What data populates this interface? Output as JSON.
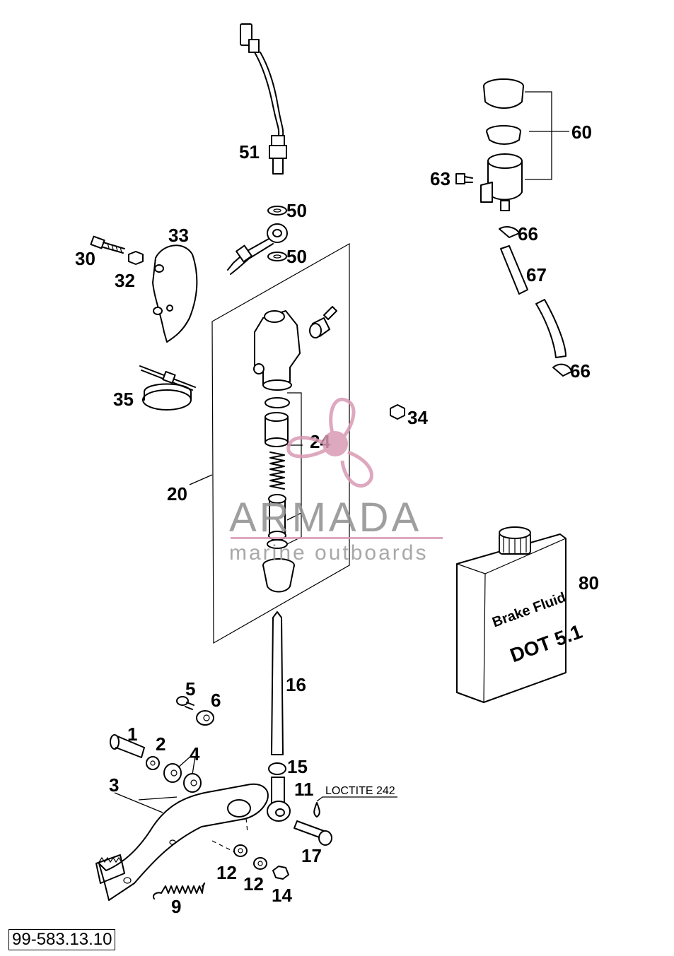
{
  "callouts": [
    "51",
    "50",
    "50",
    "30",
    "32",
    "33",
    "35",
    "20",
    "24",
    "34",
    "60",
    "63",
    "66",
    "67",
    "66",
    "80",
    "16",
    "5",
    "6",
    "1",
    "2",
    "4",
    "3",
    "15",
    "11",
    "17",
    "12",
    "12",
    "14",
    "9"
  ],
  "loctite_note": "LOCTITE 242",
  "brake_fluid": {
    "line1": "Brake Fluid",
    "line2": "DOT 5.1"
  },
  "watermark": {
    "brand": "ARMADA",
    "tagline": "marine outboards",
    "color": "#d99ab4"
  },
  "drawing_code": "99-583.13.10"
}
